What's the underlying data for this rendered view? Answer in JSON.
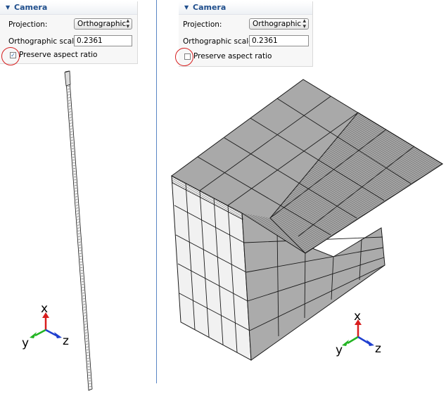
{
  "left_panel": {
    "section_title": "Camera",
    "projection_label": "Projection:",
    "projection_value": "Orthographic",
    "scale_label": "Orthographic scale:",
    "scale_value": "0.2361",
    "preserve_label": "Preserve aspect ratio",
    "preserve_checked": true
  },
  "right_panel": {
    "section_title": "Camera",
    "projection_label": "Projection:",
    "projection_value": "Orthographic",
    "scale_label": "Orthographic scale:",
    "scale_value": "0.2361",
    "preserve_label": "Preserve aspect ratio",
    "preserve_checked": false
  },
  "axes": {
    "x": "x",
    "y": "y",
    "z": "z"
  },
  "colors": {
    "x_axis": "#d81e1e",
    "y_axis": "#22b422",
    "z_axis": "#1f3fcf",
    "mesh_face": "#a9a9a9",
    "mesh_side": "#ededed",
    "mesh_line": "#1a1a1a",
    "highlight": "#d62020"
  }
}
